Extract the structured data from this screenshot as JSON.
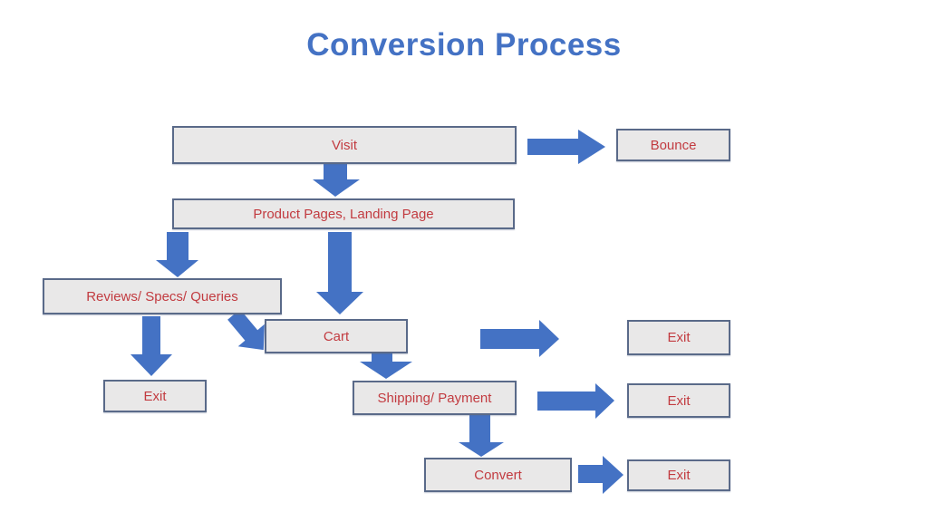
{
  "title": "Conversion Process",
  "colors": {
    "background": "#FFFFFF",
    "title_text": "#4472C4",
    "arrow_fill": "#4472C4",
    "node_fill": "#E9E8E8",
    "node_border": "#5A6A89",
    "node_text": "#C23B40"
  },
  "nodes": [
    {
      "id": "visit",
      "label": "Visit"
    },
    {
      "id": "bounce",
      "label": "Bounce"
    },
    {
      "id": "product-pages",
      "label": "Product Pages, Landing Page"
    },
    {
      "id": "reviews-specs-queries",
      "label": "Reviews/ Specs/ Queries"
    },
    {
      "id": "cart",
      "label": "Cart"
    },
    {
      "id": "exit-after-cart",
      "label": "Exit"
    },
    {
      "id": "exit-after-reviews",
      "label": "Exit"
    },
    {
      "id": "shipping-payment",
      "label": "Shipping/ Payment"
    },
    {
      "id": "exit-after-shipping",
      "label": "Exit"
    },
    {
      "id": "convert",
      "label": "Convert"
    },
    {
      "id": "exit-after-convert",
      "label": "Exit"
    }
  ],
  "edges": [
    {
      "from": "Visit",
      "to": "Bounce",
      "direction": "right"
    },
    {
      "from": "Visit",
      "to": "Product Pages, Landing Page",
      "direction": "down"
    },
    {
      "from": "Product Pages, Landing Page",
      "to": "Reviews/ Specs/ Queries",
      "direction": "down"
    },
    {
      "from": "Product Pages, Landing Page",
      "to": "Cart",
      "direction": "down"
    },
    {
      "from": "Reviews/ Specs/ Queries",
      "to": "Cart",
      "direction": "down-right"
    },
    {
      "from": "Reviews/ Specs/ Queries",
      "to": "Exit",
      "direction": "down"
    },
    {
      "from": "Cart",
      "to": "Exit",
      "direction": "right"
    },
    {
      "from": "Cart",
      "to": "Shipping/ Payment",
      "direction": "down"
    },
    {
      "from": "Shipping/ Payment",
      "to": "Exit",
      "direction": "right"
    },
    {
      "from": "Shipping/ Payment",
      "to": "Convert",
      "direction": "down"
    },
    {
      "from": "Convert",
      "to": "Exit",
      "direction": "right"
    }
  ]
}
